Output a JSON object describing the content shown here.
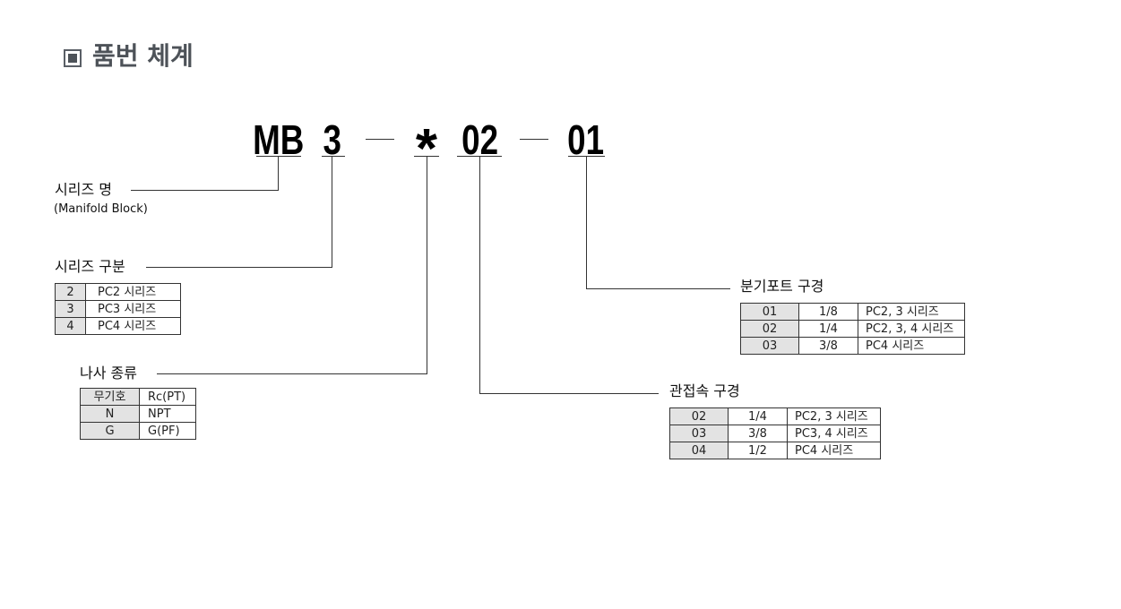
{
  "title": {
    "icon": "square-bullet-icon",
    "text": "품번 체계"
  },
  "code": {
    "series_name": "MB",
    "series_type": "3",
    "thread_type": "*",
    "pipe_port": "02",
    "branch_port": "01"
  },
  "series_name": {
    "label": "시리즈 명",
    "sublabel": "(Manifold Block)"
  },
  "series_type": {
    "label": "시리즈 구분",
    "rows": [
      [
        "2",
        "PC2 시리즈"
      ],
      [
        "3",
        "PC3 시리즈"
      ],
      [
        "4",
        "PC4 시리즈"
      ]
    ]
  },
  "thread_type": {
    "label": "나사 종류",
    "rows": [
      [
        "무기호",
        "Rc(PT)"
      ],
      [
        "N",
        "NPT"
      ],
      [
        "G",
        "G(PF)"
      ]
    ]
  },
  "pipe_port": {
    "label": "관접속 구경",
    "rows": [
      [
        "02",
        "1/4",
        "PC2, 3 시리즈"
      ],
      [
        "03",
        "3/8",
        "PC3, 4 시리즈"
      ],
      [
        "04",
        "1/2",
        "PC4 시리즈"
      ]
    ]
  },
  "branch_port": {
    "label": "분기포트 구경",
    "rows": [
      [
        "01",
        "1/8",
        "PC2, 3 시리즈"
      ],
      [
        "02",
        "1/4",
        "PC2, 3, 4 시리즈"
      ],
      [
        "03",
        "3/8",
        "PC4 시리즈"
      ]
    ]
  },
  "colors": {
    "title": "#4d5258",
    "code_cell_bg": "#e3e3e3",
    "line": "#333333"
  }
}
